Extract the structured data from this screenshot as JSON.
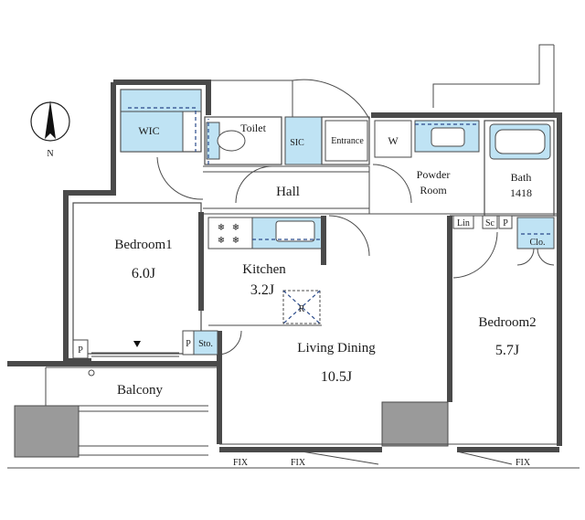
{
  "compass": {
    "label": "N"
  },
  "rooms": {
    "wic": "WIC",
    "toilet": "Toilet",
    "sic": "SIC",
    "entrance": "Entrance",
    "w": "W",
    "powder_room_line1": "Powder",
    "powder_room_line2": "Room",
    "bath": "Bath",
    "bath_size": "1418",
    "hall": "Hall",
    "bedroom1": "Bedroom1",
    "bedroom1_area": "6.0J",
    "kitchen": "Kitchen",
    "kitchen_area": "3.2J",
    "refrigerator": "R",
    "lin": "Lin",
    "sc": "Sc",
    "p_bath": "P",
    "clo": "Clo.",
    "living_dining": "Living Dining",
    "living_dining_area": "10.5J",
    "bedroom2": "Bedroom2",
    "bedroom2_area": "5.7J",
    "p_bedroom1": "P",
    "p_sto": "P",
    "sto": "Sto.",
    "balcony": "Balcony"
  },
  "windows": {
    "fix1": "FIX",
    "fix2": "FIX",
    "fix3": "FIX"
  },
  "colors": {
    "fixture_blue": "#bfe3f4",
    "wall_line": "#4a4a4a",
    "shaft_grey": "#9a9a9a"
  }
}
